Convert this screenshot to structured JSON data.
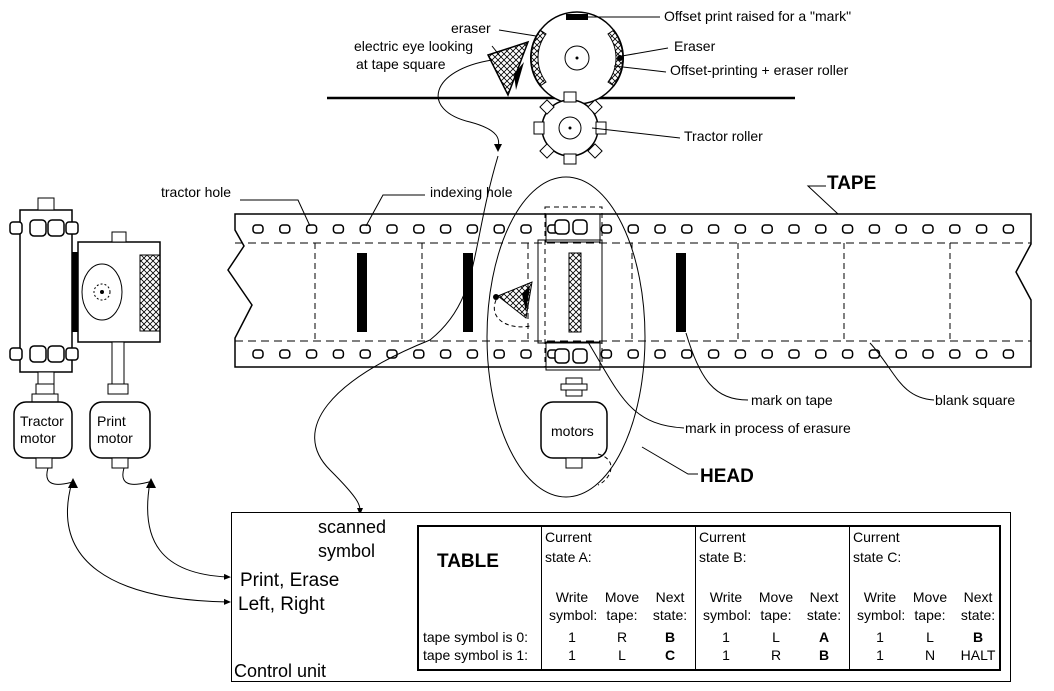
{
  "labels": {
    "offset_raised": "Offset print raised for a \"mark\"",
    "eraser_top": "eraser",
    "eraser_right": "Eraser",
    "electric_eye_1": "electric eye looking",
    "electric_eye_2": "at tape square",
    "offset_roller": "Offset-printing + eraser roller",
    "tractor_roller": "Tractor roller",
    "tractor_hole": "tractor hole",
    "indexing_hole": "indexing hole",
    "tape": "TAPE",
    "mark_on_tape": "mark on tape",
    "blank_square": "blank square",
    "mark_erasure": "mark in process of erasure",
    "head": "HEAD",
    "motors": "motors",
    "tractor_motor_1": "Tractor",
    "tractor_motor_2": "motor",
    "print_motor_1": "Print",
    "print_motor_2": "motor"
  },
  "control": {
    "scanned_1": "scanned",
    "scanned_2": "symbol",
    "print_erase": "Print, Erase",
    "left_right": "Left, Right",
    "unit_label": "Control unit"
  },
  "table": {
    "title": "TABLE",
    "row_label_0": "tape symbol is 0:",
    "row_label_1": "tape symbol is 1:",
    "hdr_write_1": "Write",
    "hdr_write_2": "symbol:",
    "hdr_move_1": "Move",
    "hdr_move_2": "tape:",
    "hdr_next_1": "Next",
    "hdr_next_2": "state:",
    "states": [
      {
        "title_1": "Current",
        "title_2": "state A:",
        "r0": [
          "1",
          "R",
          "B"
        ],
        "r1": [
          "1",
          "L",
          "C"
        ]
      },
      {
        "title_1": "Current",
        "title_2": "state B:",
        "r0": [
          "1",
          "L",
          "A"
        ],
        "r1": [
          "1",
          "R",
          "B"
        ]
      },
      {
        "title_1": "Current",
        "title_2": "state C:",
        "r0": [
          "1",
          "L",
          "B"
        ],
        "r1": [
          "1",
          "N",
          "HALT"
        ]
      }
    ]
  }
}
